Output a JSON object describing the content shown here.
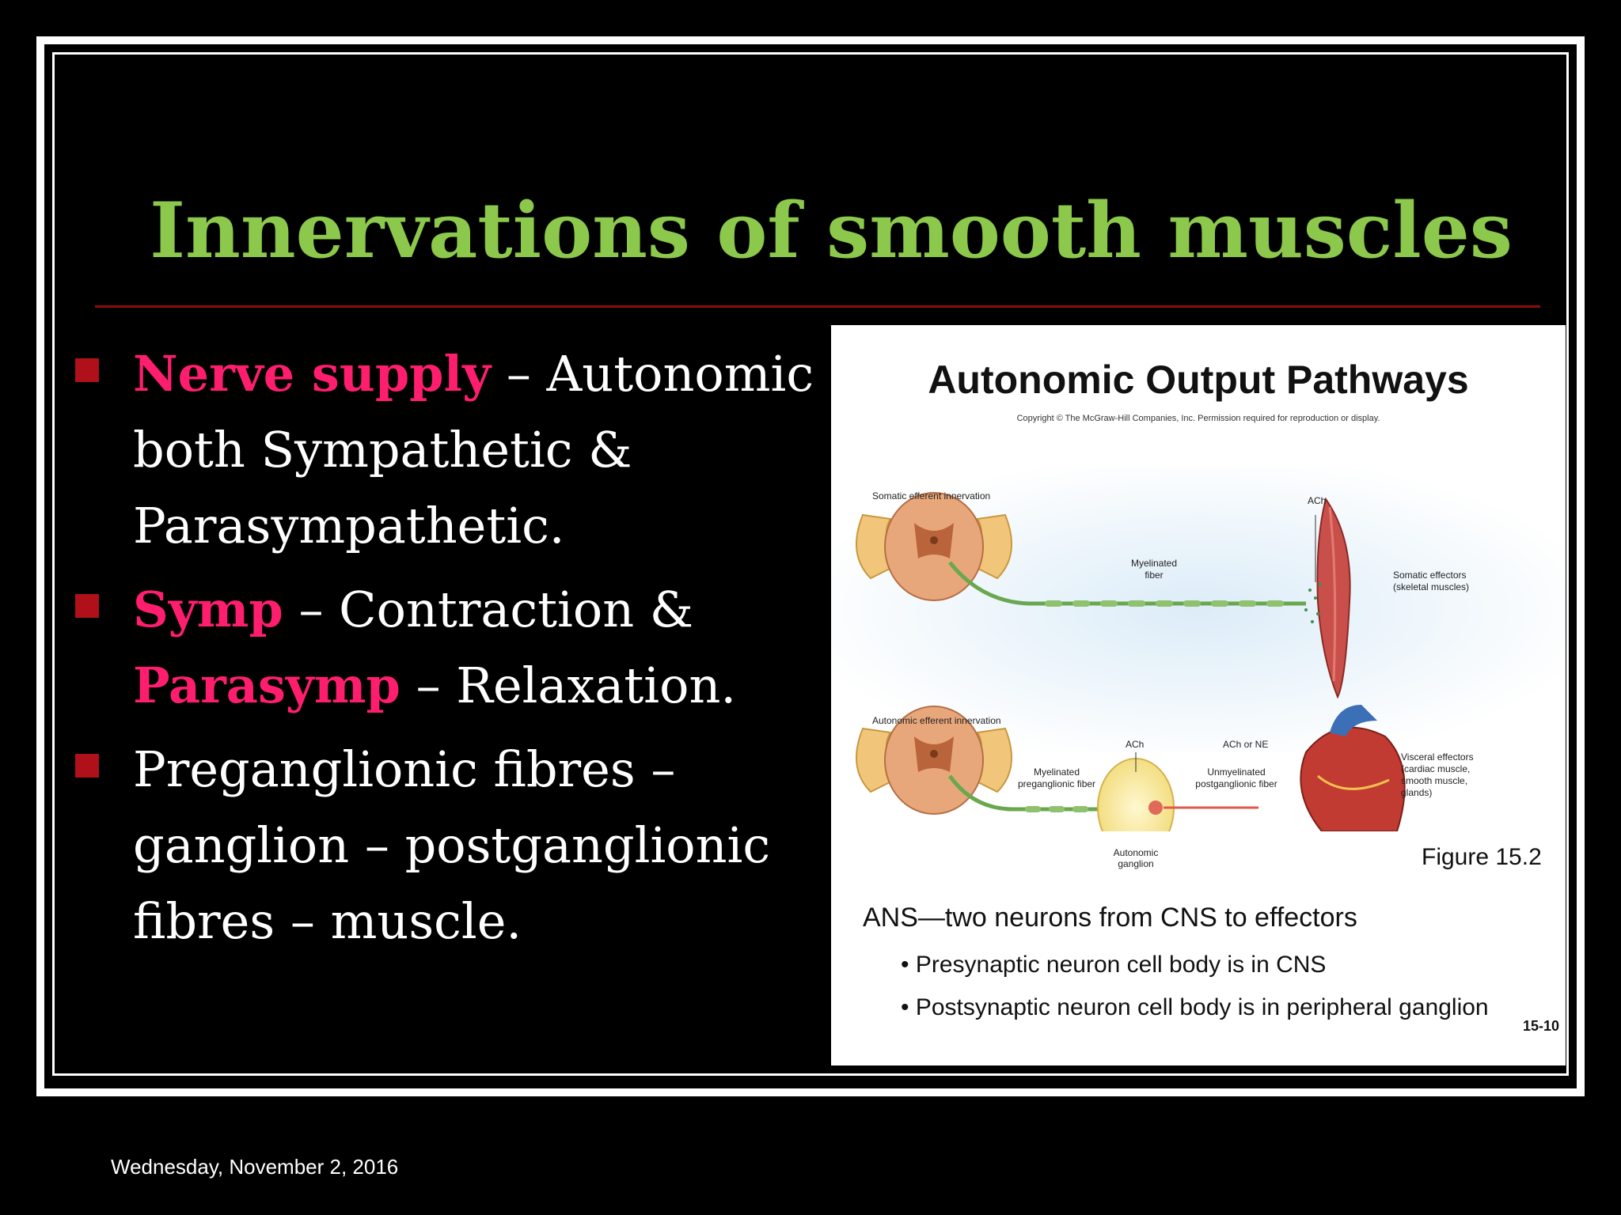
{
  "slide": {
    "title": "Innervations of smooth muscles",
    "date": "Wednesday, November 2, 2016",
    "bullets": [
      {
        "highlight": "Nerve supply",
        "text": " – Autonomic both Sympathetic & Parasympathetic."
      },
      {
        "highlight": "Symp",
        "text": " – Contraction & ",
        "highlight2": "Parasymp",
        "text2": " – Relaxation."
      },
      {
        "text": "Preganglionic fibres – ganglion – postganglionic fibres – muscle."
      }
    ]
  },
  "figure": {
    "title": "Autonomic Output Pathways",
    "copyright": "Copyright © The McGraw-Hill Companies, Inc. Permission required for reproduction or display.",
    "labels": {
      "somatic_innervation": "Somatic efferent innervation",
      "ach_top": "ACh",
      "myelinated_fiber_1": "Myelinated",
      "myelinated_fiber_2": "fiber",
      "somatic_effectors_1": "Somatic effectors",
      "somatic_effectors_2": "(skeletal muscles)",
      "autonomic_innervation": "Autonomic efferent innervation",
      "ach_mid": "ACh",
      "ach_or_ne": "ACh or NE",
      "pre_fiber_1": "Myelinated",
      "pre_fiber_2": "preganglionic fiber",
      "post_fiber_1": "Unmyelinated",
      "post_fiber_2": "postganglionic fiber",
      "visceral_1": "Visceral effectors",
      "visceral_2": "(cardiac muscle,",
      "visceral_3": "smooth muscle,",
      "visceral_4": "glands)",
      "ganglion_1": "Autonomic",
      "ganglion_2": "ganglion"
    },
    "figure_number": "Figure 15.2",
    "caption": "ANS—two neurons from CNS to effectors",
    "points": [
      "• Presynaptic neuron cell body is in CNS",
      "• Postsynaptic neuron cell body is in peripheral ganglion"
    ],
    "page_ref": "15-10"
  }
}
